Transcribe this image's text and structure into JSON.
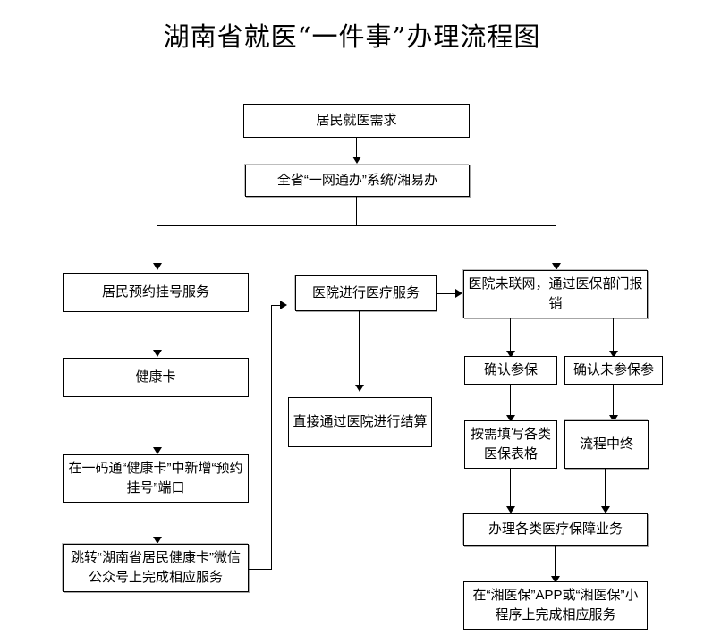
{
  "document": {
    "title": "湖南省就医“一件事”办理流程图"
  },
  "flowchart": {
    "nodes": {
      "need": "居民就医需求",
      "system": "全省“一网通办”系统/湘易办",
      "appointment": "居民预约挂号服务",
      "health_card": "健康卡",
      "add_port": "在一码通“健康卡”中新增“预约挂号”端口",
      "wechat": "跳转“湖南省居民健康卡”微信公众号上完成相应服务",
      "hospital_service": "医院进行医疗服务",
      "direct_settle": "直接通过医院进行结算",
      "not_networked": "医院未联网，通过医保部门报销",
      "insured": "确认参保",
      "not_insured": "确认未参保参",
      "fill_forms": "按需填写各类医保表格",
      "process_end": "流程中终",
      "handle_business": "办理各类医疗保障业务",
      "xiang_app": "在“湘医保”APP或“湘医保”小程序上完成相应服务"
    },
    "colors": {
      "line": "#000000",
      "box_border": "#000000",
      "box_fill": "#ffffff",
      "text": "#000000",
      "shadow": "#a6a6a6"
    }
  }
}
